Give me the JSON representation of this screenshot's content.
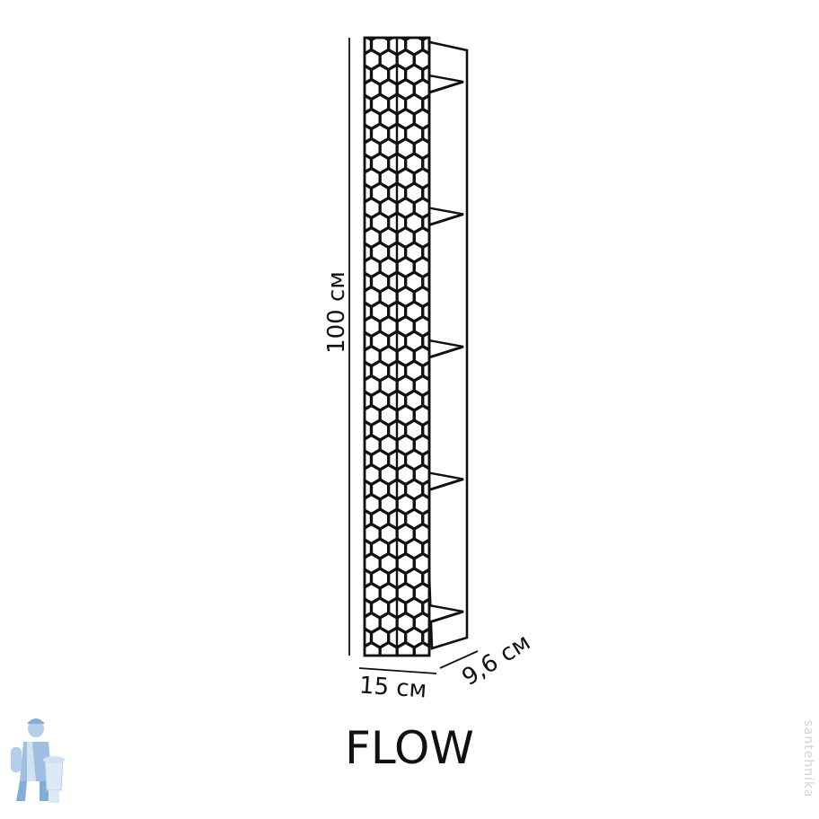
{
  "product": {
    "name": "FLOW"
  },
  "dimensions": {
    "height": "100 см",
    "width": "15 см",
    "depth": "9,6 см"
  },
  "watermark": {
    "vertical_text": "santehnika",
    "mascot": "plumber-with-toilet-logo"
  },
  "colors": {
    "line": "#111111",
    "background": "#ffffff",
    "watermark": "#c9d9ec"
  },
  "shelves": {
    "count": 5
  }
}
